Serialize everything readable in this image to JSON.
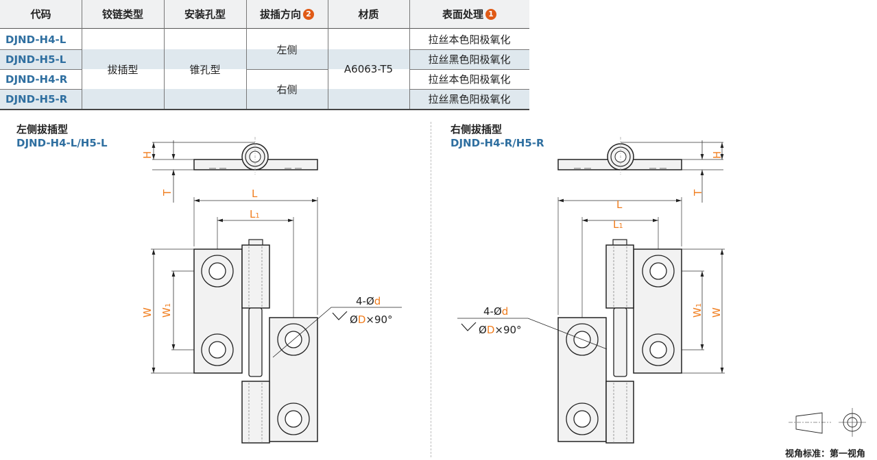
{
  "table": {
    "headers": [
      "代码",
      "铰链类型",
      "安装孔型",
      "拔插方向",
      "材质",
      "表面处理"
    ],
    "header_badges": {
      "direction": "2",
      "surface": "1"
    },
    "codes": [
      "DJND-H4-L",
      "DJND-H5-L",
      "DJND-H4-R",
      "DJND-H5-R"
    ],
    "hinge_type": "拔插型",
    "hole_type": "锥孔型",
    "directions": [
      "左侧",
      "右侧"
    ],
    "material": "A6063-T5",
    "surfaces": [
      "拉丝本色阳极氧化",
      "拉丝黑色阳极氧化",
      "拉丝本色阳极氧化",
      "拉丝黑色阳极氧化"
    ]
  },
  "left_drawing": {
    "title": "左侧拔插型",
    "models": "DJND-H4-L/H5-L"
  },
  "right_drawing": {
    "title": "右侧拔插型",
    "models": "DJND-H4-R/H5-R"
  },
  "dims": {
    "H": "H",
    "T": "T",
    "L": "L",
    "L1": "L",
    "L1_sub": "1",
    "W": "W",
    "W1": "W",
    "W1_sub": "1",
    "hole_prefix": "4-Ø",
    "hole_d": "d",
    "csk_sym": "Ø",
    "csk_D": "D",
    "csk_suffix": "×90°"
  },
  "view_standard": "视角标准：第一视角",
  "colors": {
    "accent": "#f07c1c",
    "code_blue": "#2f6fa0",
    "badge": "#e05a16",
    "stripe": "#dfe8ee"
  }
}
